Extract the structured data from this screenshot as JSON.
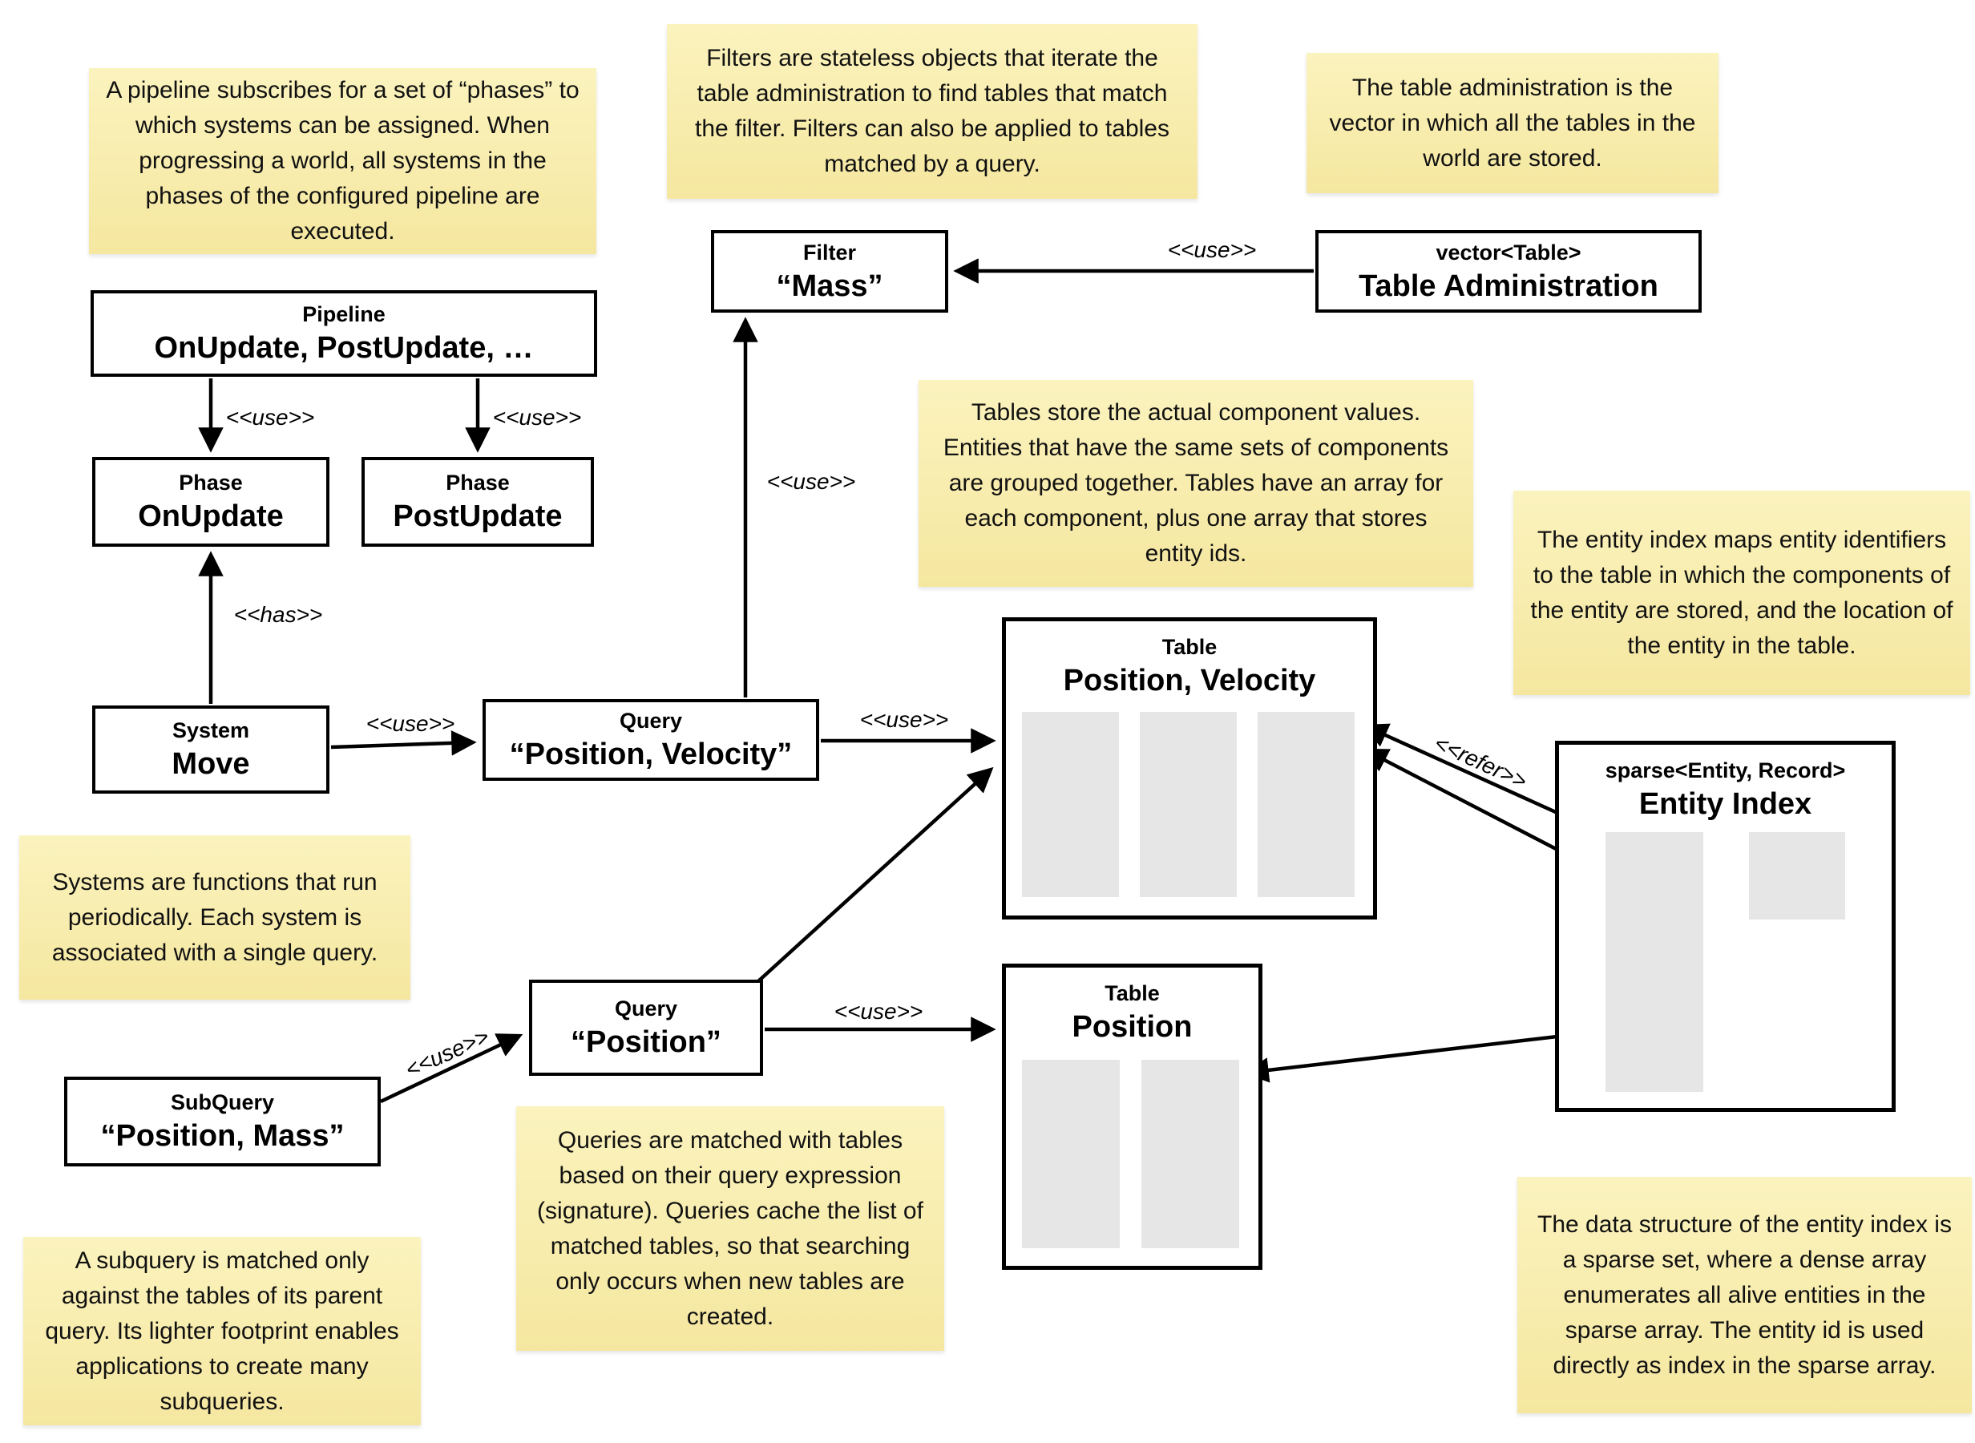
{
  "notes": {
    "pipeline": {
      "text": "A pipeline subscribes for a set of “phases” to which systems can be assigned. When progressing a world, all systems in the phases of the configured pipeline are executed."
    },
    "filters": {
      "text": "Filters are stateless objects that iterate the table administration to find tables that match the filter. Filters can also be applied to tables matched by a query."
    },
    "table_admin": {
      "text": "The table administration is the vector in which all the tables in the world are stored."
    },
    "tables": {
      "text": "Tables store the actual component values. Entities that have the same sets of components are grouped together. Tables have an array for each component, plus one array that stores entity ids."
    },
    "entity_index": {
      "text": "The entity index maps entity identifiers to the table in which the components of the entity are stored, and the location of the entity in the table."
    },
    "systems": {
      "text": "Systems are functions that run periodically. Each system is associated with a single query."
    },
    "queries": {
      "text": "Queries are matched with tables based on their query expression (signature). Queries cache the list of matched tables, so that searching only occurs when new tables are created."
    },
    "subquery": {
      "text": "A subquery is matched only against the tables of its parent query. Its lighter footprint enables applications to create many subqueries."
    },
    "sparse_set": {
      "text": "The data structure of the entity index is a sparse set, where a dense array enumerates all alive entities in the sparse array. The entity id is used directly as index in the sparse array."
    }
  },
  "boxes": {
    "pipeline": {
      "subtitle": "Pipeline",
      "title": "OnUpdate, PostUpdate, …"
    },
    "phase_onupdate": {
      "subtitle": "Phase",
      "title": "OnUpdate"
    },
    "phase_postupdate": {
      "subtitle": "Phase",
      "title": "PostUpdate"
    },
    "system_move": {
      "subtitle": "System",
      "title": "Move"
    },
    "query_pv": {
      "subtitle": "Query",
      "title": "“Position, Velocity”"
    },
    "filter_mass": {
      "subtitle": "Filter",
      "title": "“Mass”"
    },
    "table_admin": {
      "subtitle": "vector<Table>",
      "title": "Table Administration"
    },
    "table_pv": {
      "subtitle": "Table",
      "title": "Position, Velocity"
    },
    "query_position": {
      "subtitle": "Query",
      "title": "“Position”"
    },
    "subquery": {
      "subtitle": "SubQuery",
      "title": "“Position, Mass”"
    },
    "table_position": {
      "subtitle": "Table",
      "title": "Position"
    },
    "entity_index": {
      "subtitle": "sparse<Entity, Record>",
      "title": "Entity Index"
    }
  },
  "labels": {
    "use": "<<use>>",
    "has": "<<has>>",
    "refer": "<<refer>>"
  },
  "colors": {
    "note_fill_top": "#FBF3BE",
    "note_fill_bottom": "#F5E7A0",
    "box_border": "#000000",
    "array_fill": "#E6E6E6",
    "background": "#FFFFFF"
  }
}
